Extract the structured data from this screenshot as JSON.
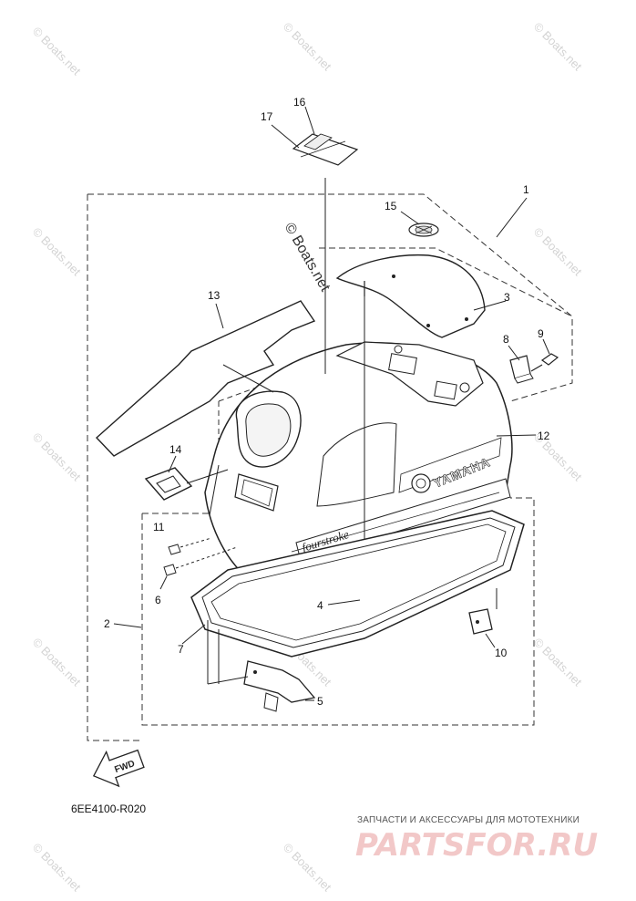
{
  "watermark": "© Boats.net",
  "reference_code": "6EE4100-R020",
  "shop_caption": "ЗАПЧАСТИ И АКСЕССУАРЫ ДЛЯ МОТОТЕХНИКИ",
  "shop_logo": "PARTSFOR.RU",
  "fwd_label": "FWD",
  "brand_decal": "YAMAHA",
  "model_decal": "fourstroke",
  "callouts": [
    "1",
    "2",
    "3",
    "4",
    "5",
    "6",
    "7",
    "8",
    "9",
    "10",
    "11",
    "12",
    "13",
    "14",
    "15",
    "16",
    "17"
  ]
}
